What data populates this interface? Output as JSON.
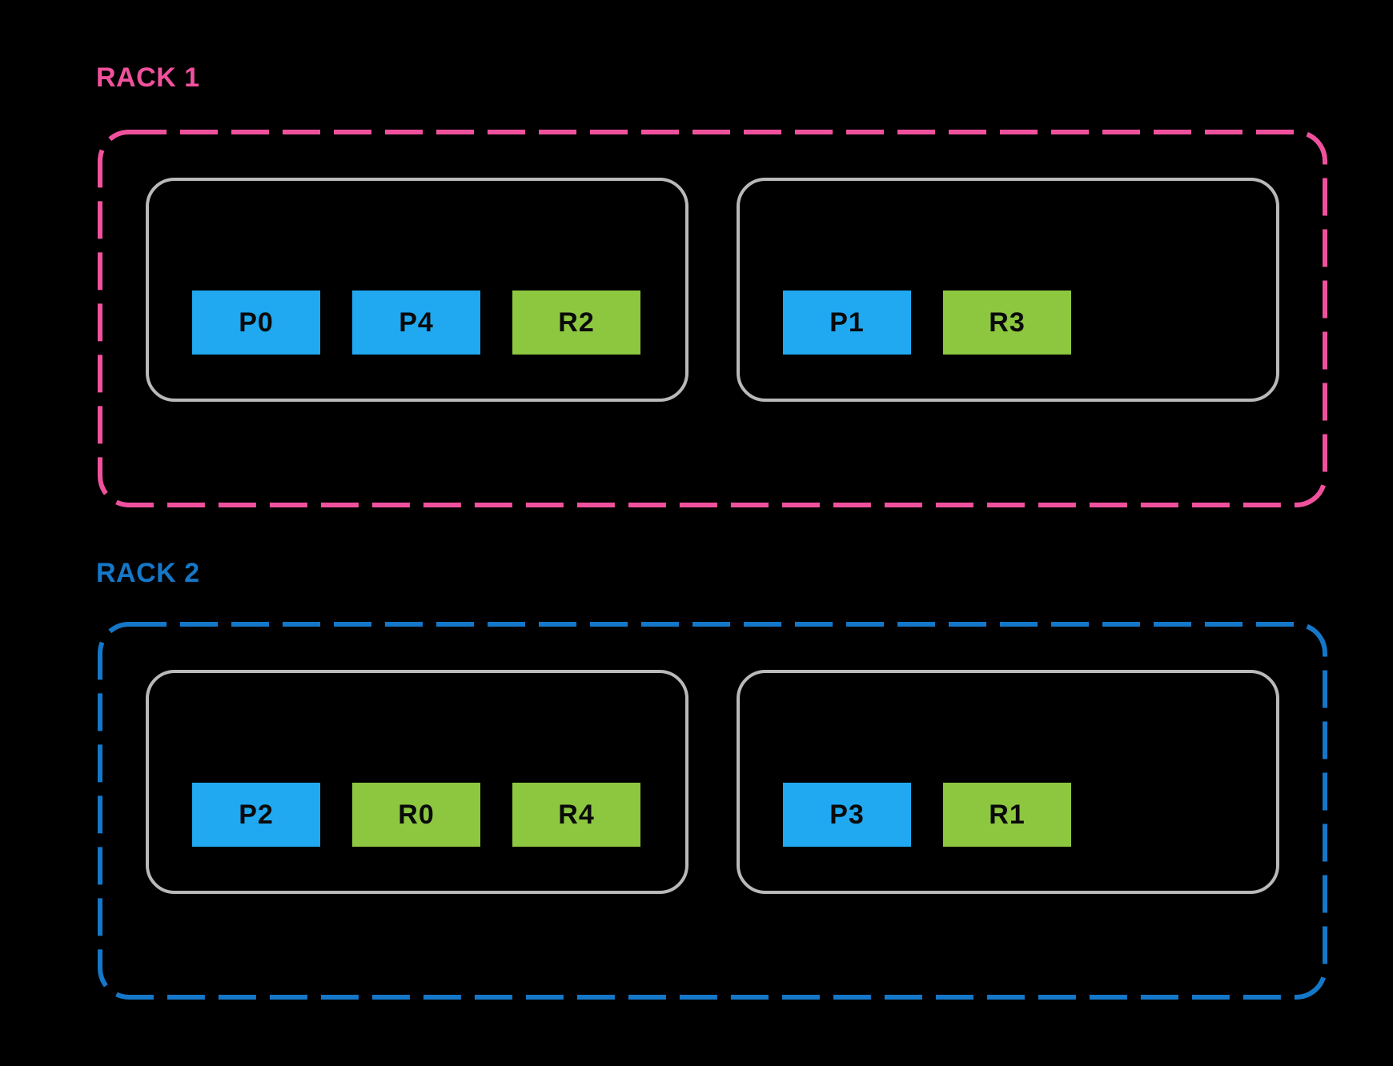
{
  "diagram": {
    "title": "",
    "background_color": "#000000",
    "host_border_color": "#b9b9b9",
    "node_text_color": "#0a0a0a",
    "node_colors": {
      "primary": "#20a8f0",
      "replica": "#8dc740"
    },
    "racks": [
      {
        "label": "RACK 1",
        "accent_color": "#f0519d",
        "hosts": [
          {
            "nodes": [
              {
                "label": "P0",
                "role": "primary"
              },
              {
                "label": "P4",
                "role": "primary"
              },
              {
                "label": "R2",
                "role": "replica"
              }
            ]
          },
          {
            "nodes": [
              {
                "label": "P1",
                "role": "primary"
              },
              {
                "label": "R3",
                "role": "replica"
              }
            ]
          }
        ]
      },
      {
        "label": "RACK 2",
        "accent_color": "#1577c8",
        "hosts": [
          {
            "nodes": [
              {
                "label": "P2",
                "role": "primary"
              },
              {
                "label": "R0",
                "role": "replica"
              },
              {
                "label": "R4",
                "role": "replica"
              }
            ]
          },
          {
            "nodes": [
              {
                "label": "P3",
                "role": "primary"
              },
              {
                "label": "R1",
                "role": "replica"
              }
            ]
          }
        ]
      }
    ]
  }
}
